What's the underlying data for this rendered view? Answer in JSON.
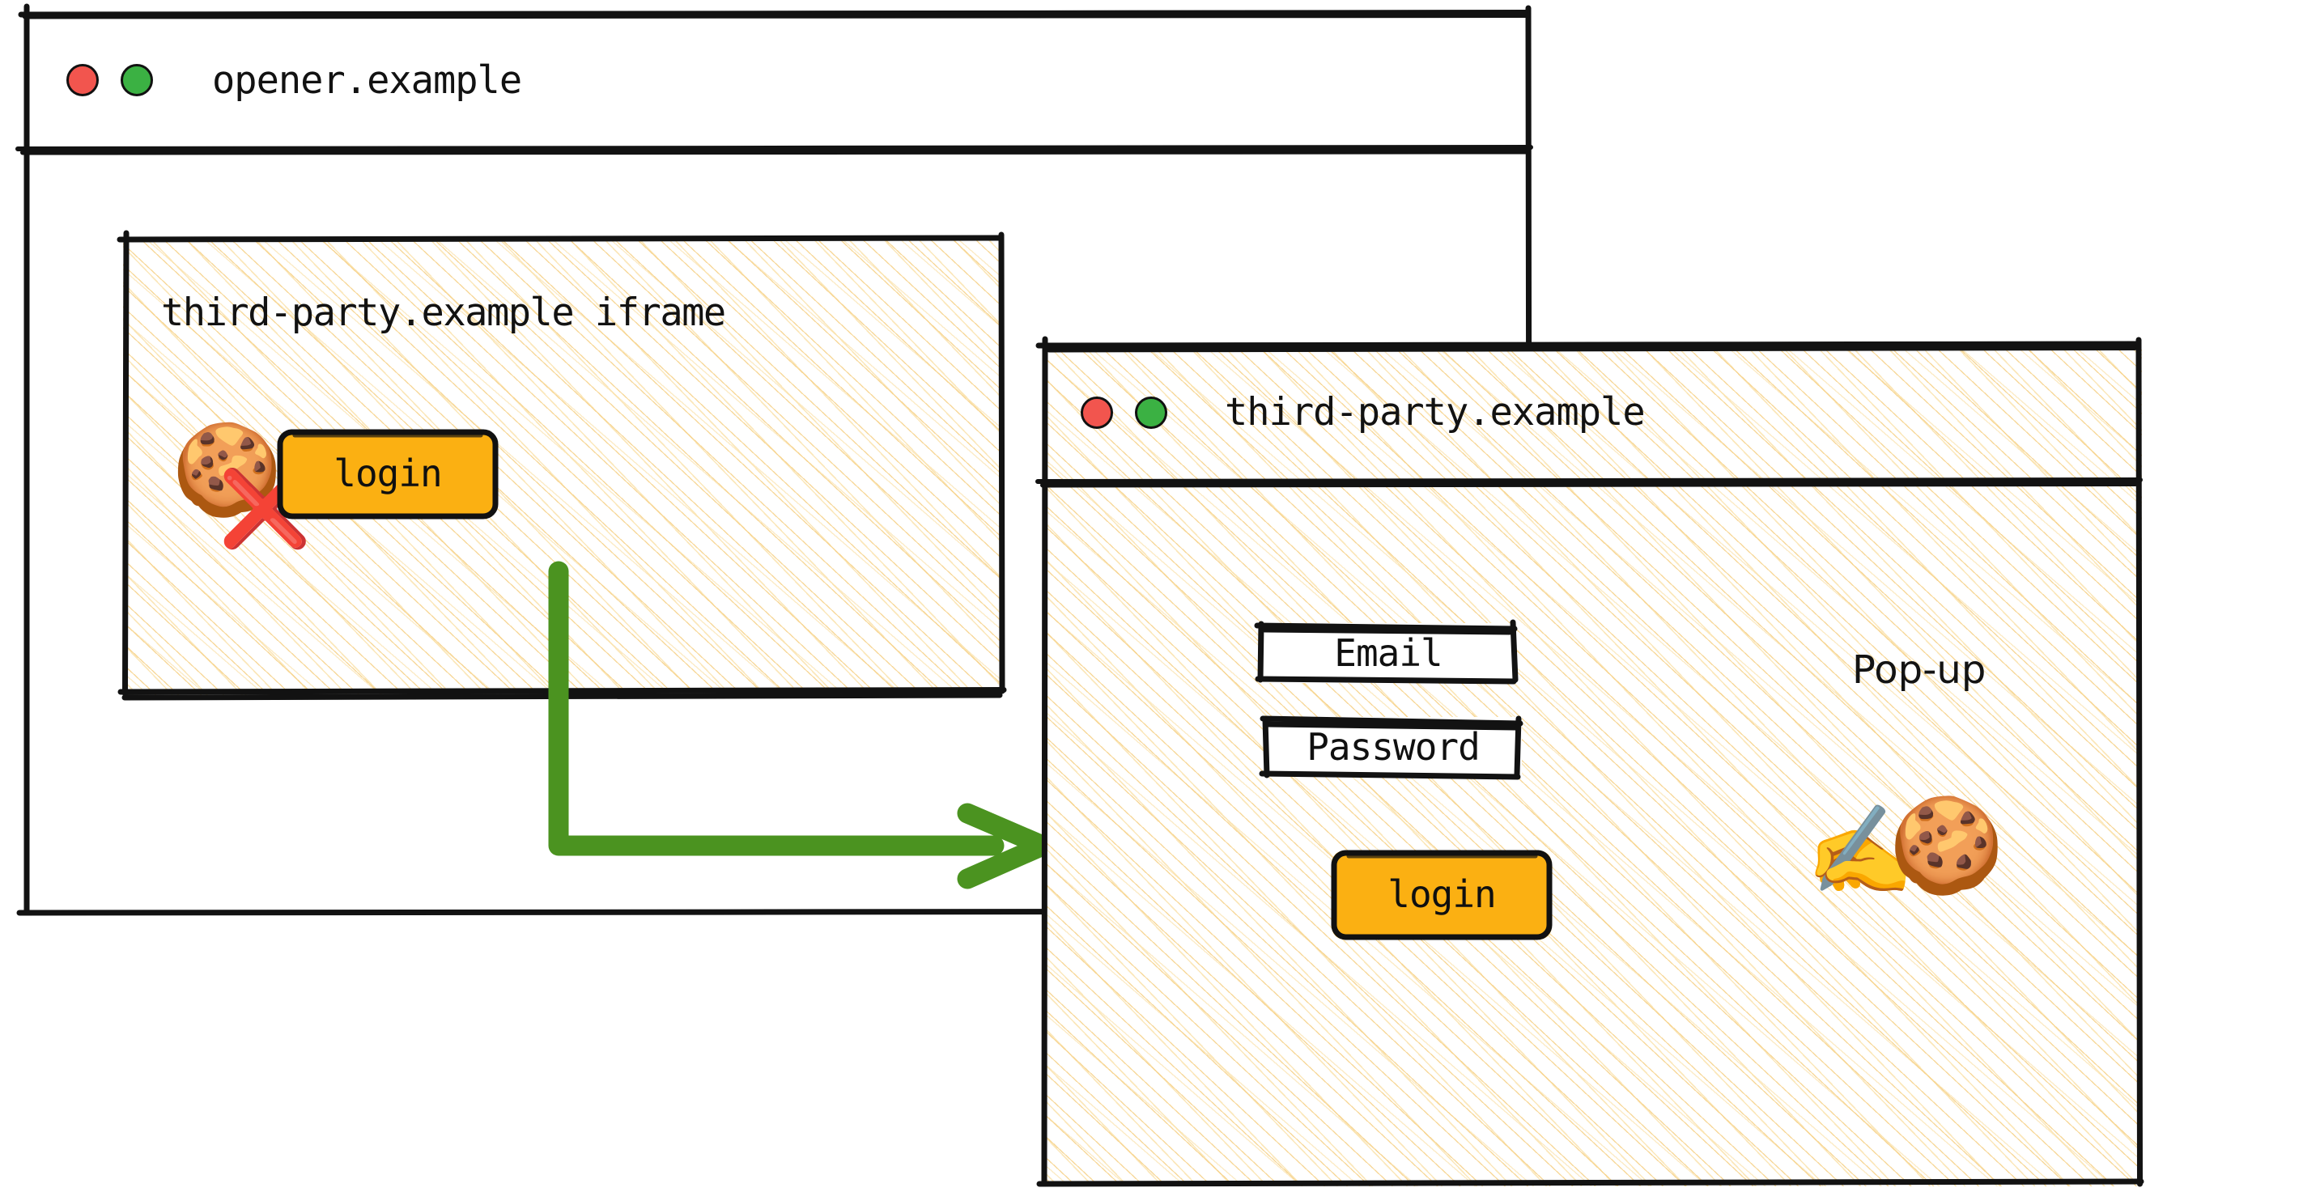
{
  "diagram": {
    "title": "Third-party iframe opens a pop-up to set cookies",
    "accent_colors": {
      "hatch": "#f6d188",
      "button_orange": "#fbb012",
      "arrow_green": "#4b9320",
      "cross_red": "#d03232",
      "dot_red": "#f2554e",
      "dot_green": "#3bb143",
      "ink": "#121212",
      "surface": "#ffffff"
    }
  },
  "opener_window": {
    "name": "opener-window",
    "titlebar": {
      "url": "opener.example",
      "close_dot": "close-dot",
      "maximize_dot": "maximize-dot"
    },
    "iframe": {
      "label": "third-party.example iframe",
      "cookie_icon": "🍪",
      "blocked_icon": "❌",
      "blocked_meaning": "third-party cookie blocked",
      "login_button": "login"
    }
  },
  "popup_window": {
    "name": "popup-window",
    "titlebar": {
      "url": "third-party.example",
      "close_dot": "close-dot",
      "maximize_dot": "maximize-dot"
    },
    "annotation": "Pop-up",
    "form": {
      "email_field": "Email",
      "password_field": "Password",
      "login_button": "login"
    },
    "writing_hand_icon": "✍️",
    "cookie_icon": "🍪",
    "cookie_meaning": "first-party cookie written"
  },
  "flow_arrow": {
    "name": "login-opens-popup-arrow",
    "from": "login",
    "to": "third-party.example"
  }
}
